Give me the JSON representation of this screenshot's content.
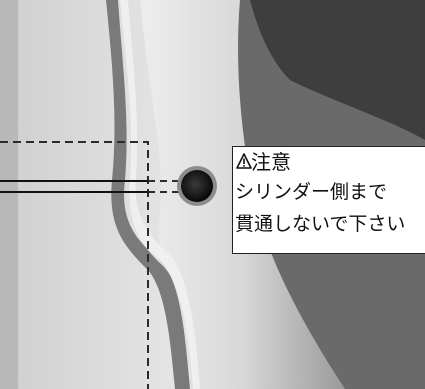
{
  "caution_box": {
    "title": "注意",
    "icon": "warning-triangle-icon",
    "line1": "シリンダー側まで",
    "line2": "貫通しないで下さい"
  },
  "colors": {
    "metal_light": "#e6e6e6",
    "metal_mid": "#bdbdbd",
    "metal_dark": "#555555",
    "hole": "#1e1e1e",
    "guide_line": "#222222"
  }
}
